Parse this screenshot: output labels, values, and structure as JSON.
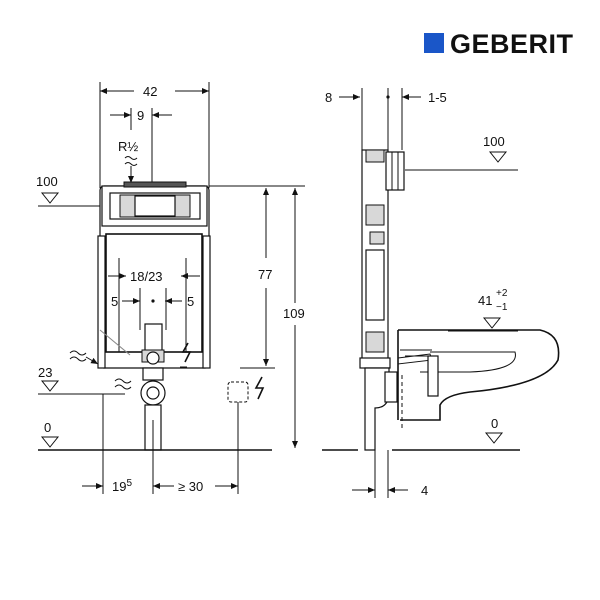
{
  "brand": {
    "name": "GEBERIT",
    "color": "#1a56c8"
  },
  "front_view": {
    "width_total": "42",
    "offset_top": "9",
    "water_connection": "R½",
    "height_top": "100",
    "height_frame": "77",
    "height_total": "109",
    "flush_spacing": "18/23",
    "side_left": "5",
    "side_right": "5",
    "waste_height": "23",
    "floor_level": "0",
    "offset_left_base": "19",
    "offset_left_sup": "5",
    "offset_right": "≥ 30"
  },
  "side_view": {
    "depth_top": "8",
    "wall_gap": "1-5",
    "height_top": "100",
    "bowl_height_base": "41",
    "bowl_tol_plus": "+2",
    "bowl_tol_minus": "−1",
    "floor_level": "0",
    "pipe_offset": "4"
  },
  "icons": [
    "water-wave-icon",
    "electrical-icon",
    "triangle-level-icon"
  ]
}
